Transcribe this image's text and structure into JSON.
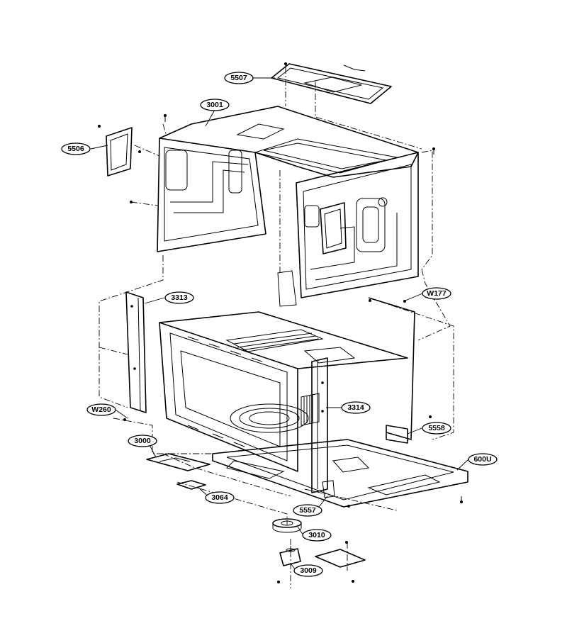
{
  "diagram": {
    "part_labels": {
      "p5507": "5507",
      "p3001": "3001",
      "p5506": "5506",
      "p3313": "3313",
      "pW177": "W177",
      "pW260": "W260",
      "p3314": "3314",
      "p5558": "5558",
      "p3000": "3000",
      "p600U": "600U",
      "p3064": "3064",
      "p5557": "5557",
      "p3010": "3010",
      "p3009": "3009"
    }
  }
}
